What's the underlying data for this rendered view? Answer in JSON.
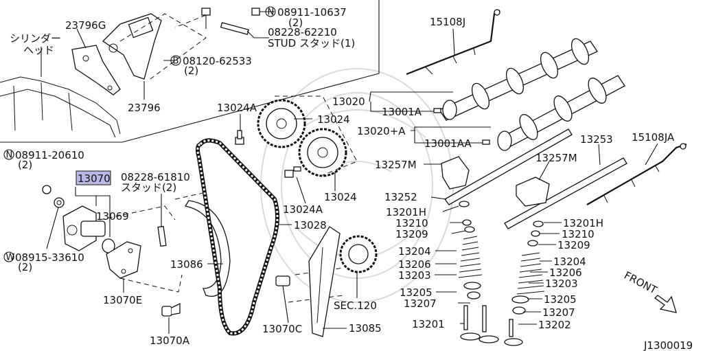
{
  "diagram_id": "J1300019",
  "labels": {
    "cylinder_head": "シリンダー\nヘッド",
    "p23796G": "23796G",
    "p23796": "23796",
    "n08911_10637": "08911-10637",
    "q08911_10637": "(2)",
    "p08228_62210": "08228-62210",
    "stud_1": "STUD スタッド(1)",
    "b08120_62533": "08120-62533",
    "q08120_62533": "(2)",
    "n08911_20610": "08911-20610",
    "q08911_20610": "(2)",
    "p13070": "13070",
    "p08228_61810": "08228-61810",
    "stud_2": "スタッド(2)",
    "p13069": "13069",
    "w08915_33610": "08915-33610",
    "q08915_33610": "(2)",
    "p13070E": "13070E",
    "p13070A": "13070A",
    "p13086": "13086",
    "p13024A_top": "13024A",
    "p13024_top": "13024",
    "p13024_bot": "13024",
    "p13024A_bot": "13024A",
    "p13028": "13028",
    "p13070C": "13070C",
    "p13085": "13085",
    "sec120": "SEC.120",
    "p15108J": "15108J",
    "p13020": "13020",
    "p13001A": "13001A",
    "p13020A": "13020+A",
    "p13001AA": "13001AA",
    "p13253": "13253",
    "p15108JA": "15108JA",
    "p13257M_l": "13257M",
    "p13257M_r": "13257M",
    "p13252": "13252",
    "p13201H_l": "13201H",
    "p13210_l": "13210",
    "p13209_l": "13209",
    "p13204_l": "13204",
    "p13206_l": "13206",
    "p13203_l": "13203",
    "p13205_l": "13205",
    "p13207_l": "13207",
    "p13201": "13201",
    "p13201H_r": "13201H",
    "p13210_r": "13210",
    "p13209_r": "13209",
    "p13204_r": "13204",
    "p13206_r": "13206",
    "p13203_r": "13203",
    "p13205_r": "13205",
    "p13207_r": "13207",
    "p13202": "13202",
    "front": "FRONT",
    "prefix_n": "N",
    "prefix_b": "B",
    "prefix_w": "W"
  }
}
